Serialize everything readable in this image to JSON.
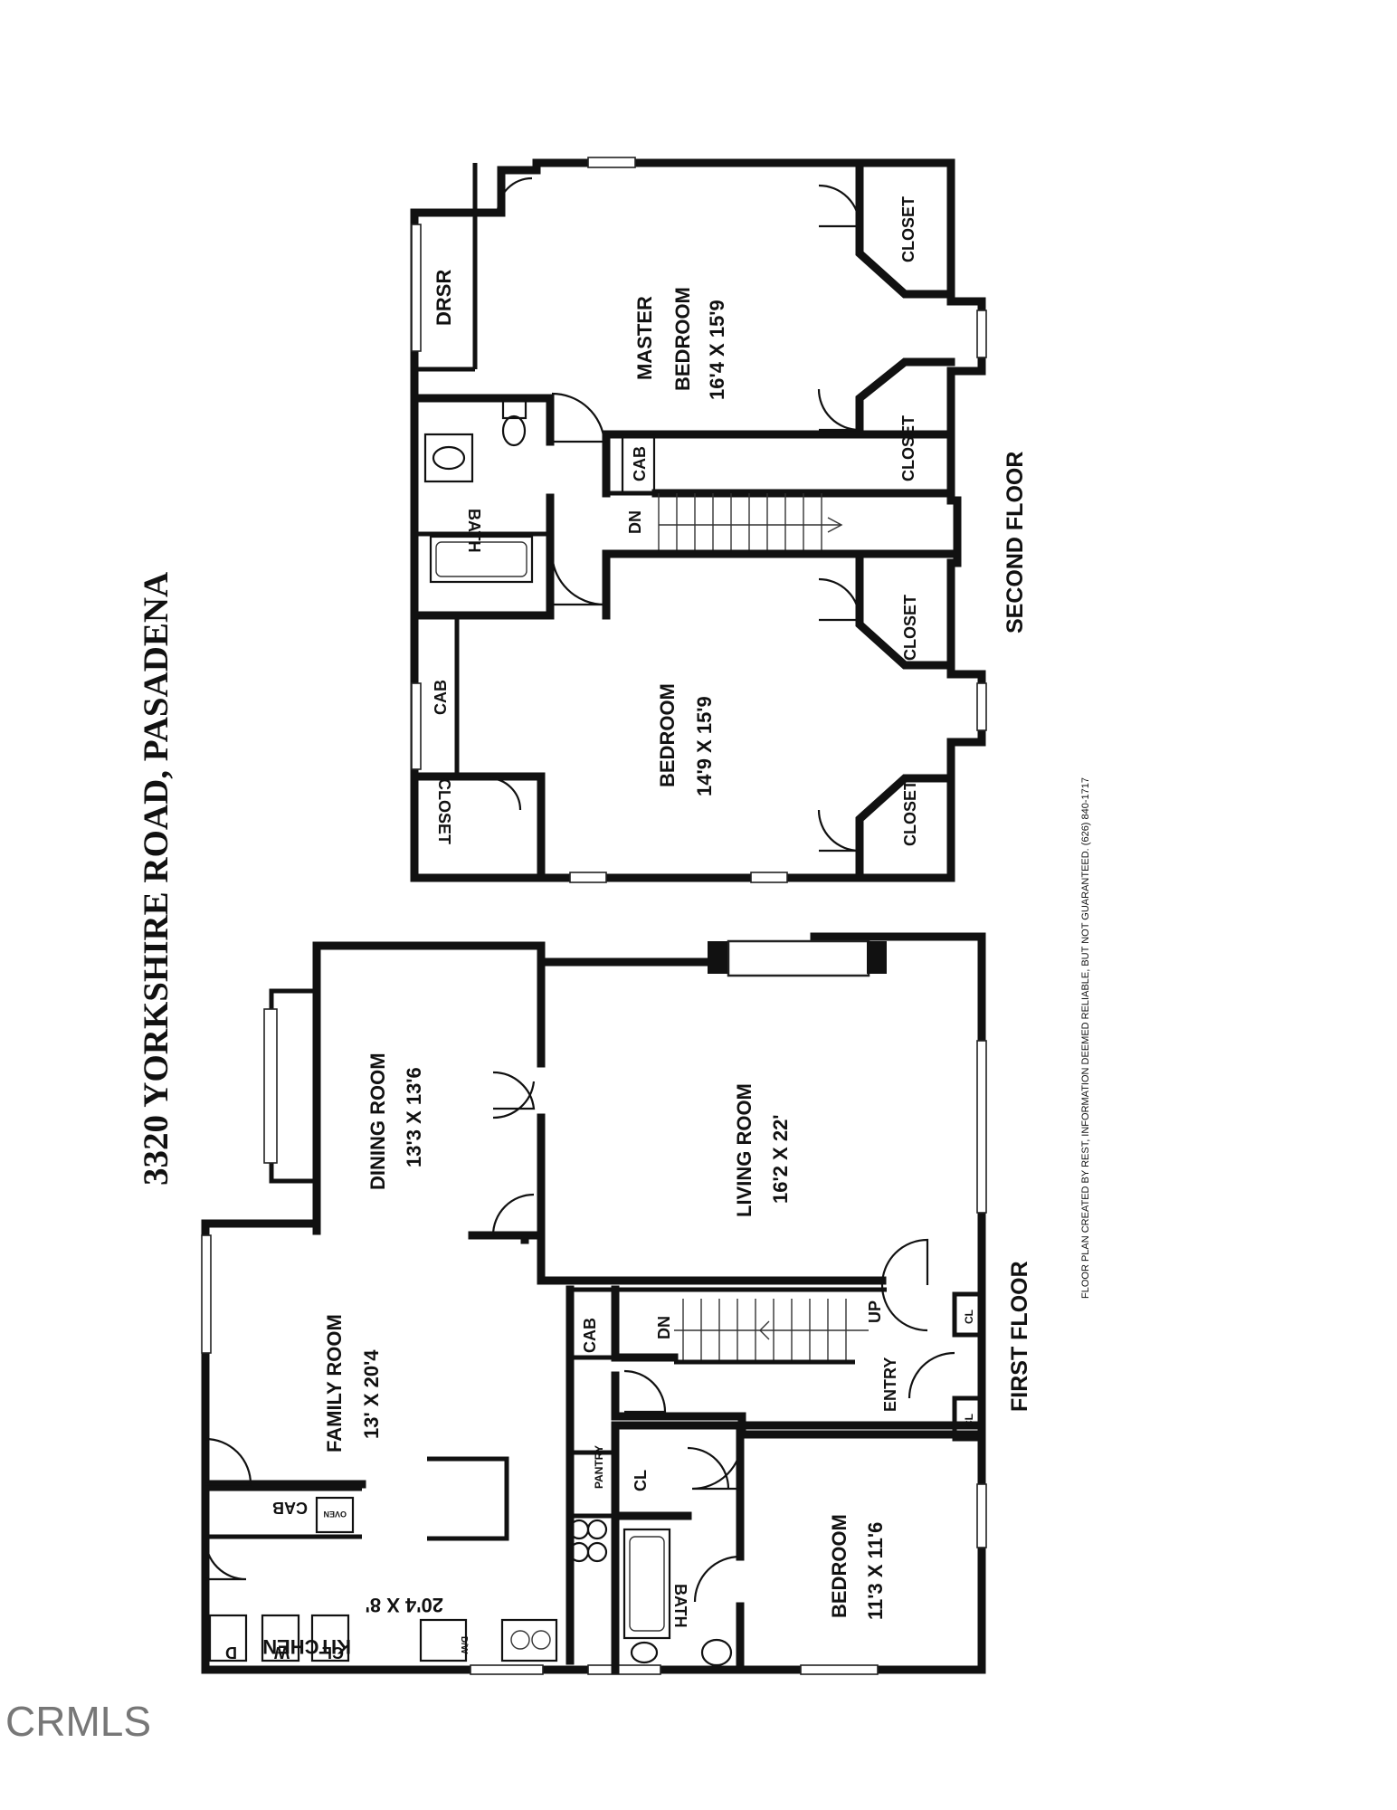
{
  "title": "3320 YORKSHIRE ROAD, PASADENA",
  "first_floor": {
    "label": "FIRST FLOOR",
    "family_room": {
      "name": "FAMILY ROOM",
      "dims": "13' X 20'4"
    },
    "dining_room": {
      "name": "DINING ROOM",
      "dims": "13'3 X 13'6"
    },
    "living_room": {
      "name": "LIVING ROOM",
      "dims": "16'2 X 22'"
    },
    "kitchen": {
      "name": "KITCHEN",
      "dims": "20'4 X 8'"
    },
    "bedroom": {
      "name": "BEDROOM",
      "dims": "11'3 X 11'6"
    },
    "bath": "BATH",
    "entry": "ENTRY",
    "pantry": "PANTRY",
    "cab": "CAB",
    "cab_kitchen": "CAB",
    "oven": "OVEN",
    "dw": "D/W",
    "cl_hall": "CL",
    "cl_entry_top": "CL",
    "cl_entry_bottom": "CL",
    "cl_laundry": "CL",
    "washer": "W",
    "dryer": "D",
    "stair_dn": "DN",
    "stair_up": "UP"
  },
  "second_floor": {
    "label": "SECOND FLOOR",
    "master_bedroom": {
      "line1": "MASTER",
      "line2": "BEDROOM",
      "dims": "16'4 X 15'9"
    },
    "bedroom": {
      "name": "BEDROOM",
      "dims": "14'9 X 15'9"
    },
    "bath": "BATH",
    "drsr": "DRSR",
    "cab_hall": "CAB",
    "cab_bedroom": "CAB",
    "closet_1": "CLOSET",
    "closet_2": "CLOSET",
    "closet_3": "CLOSET",
    "closet_4": "CLOSET",
    "closet_5": "CLOSET",
    "stair_dn": "DN"
  },
  "footer": {
    "credit": "FLOOR PLAN CREATED BY REST,  INFORMATION DEEMED RELIABLE, BUT NOT GUARANTEED.  (626) 840-1717"
  },
  "watermark": "CRMLS"
}
